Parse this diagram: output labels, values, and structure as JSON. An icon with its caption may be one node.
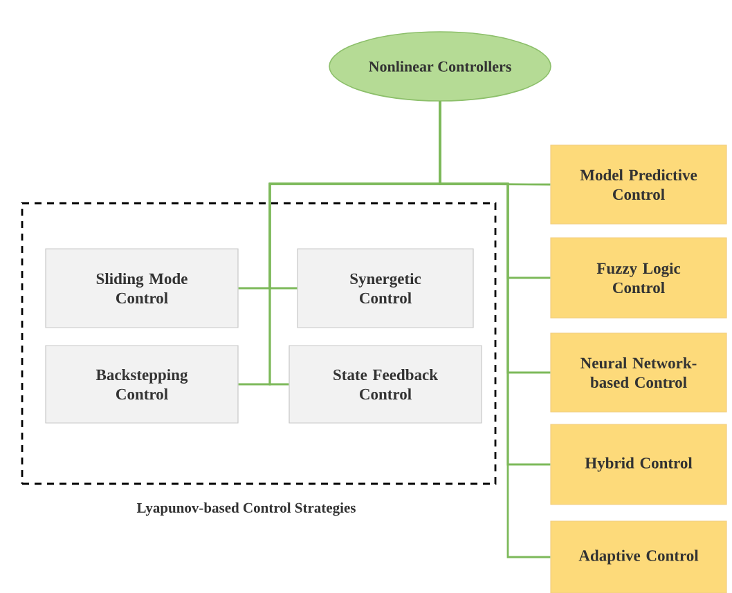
{
  "diagram": {
    "nodes": [
      {
        "text": [
          "Nonlinear Controllers"
        ]
      },
      {
        "text": [
          "Lyapunov-based Control Strategies"
        ]
      },
      {
        "text": [
          "Sliding Mode Control"
        ],
        "in": 1
      },
      {
        "text": [
          "Synergetic Control"
        ],
        "in": 1
      },
      {
        "text": [
          "Backstepping Control"
        ],
        "in": 1
      },
      {
        "text": [
          "State Feedback Control"
        ],
        "in": 1
      },
      {
        "text": [
          "Model Predictive Control"
        ]
      },
      {
        "text": [
          "Fuzzy Logic Control"
        ]
      },
      {
        "text": [
          "Neural Network-based Control"
        ]
      },
      {
        "text": [
          "Hybrid Control"
        ]
      },
      {
        "text": [
          "Adaptive Control"
        ]
      }
    ],
    "edges": [
      {
        "from": 0,
        "to": 2,
        "arrow": "none"
      },
      {
        "from": 0,
        "to": 3,
        "arrow": "none"
      },
      {
        "from": 0,
        "to": 4,
        "arrow": "none"
      },
      {
        "from": 0,
        "to": 5,
        "arrow": "none"
      },
      {
        "from": 0,
        "to": 6,
        "arrow": "none"
      },
      {
        "from": 0,
        "to": 7,
        "arrow": "none"
      },
      {
        "from": 0,
        "to": 8,
        "arrow": "none"
      },
      {
        "from": 0,
        "to": 9,
        "arrow": "none"
      },
      {
        "from": 0,
        "to": 10,
        "arrow": "none"
      }
    ]
  }
}
